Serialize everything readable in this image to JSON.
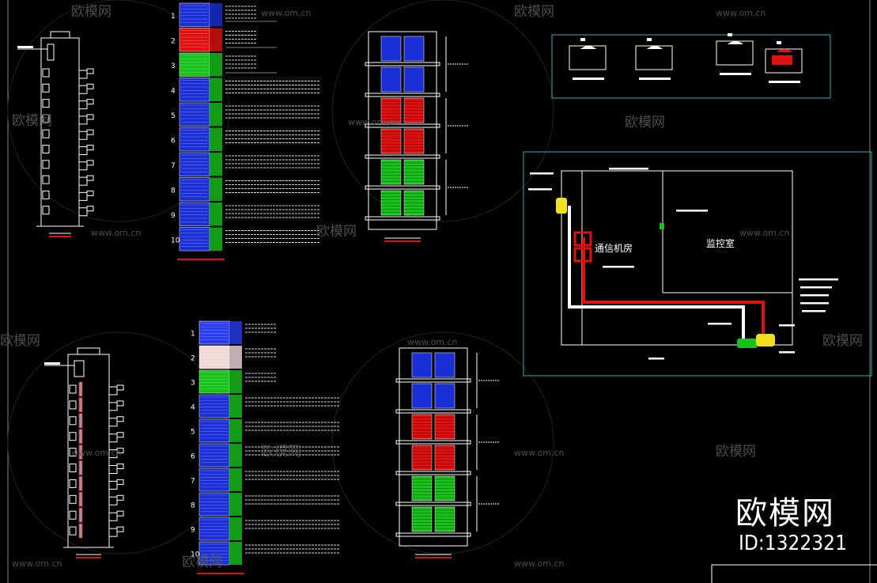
{
  "watermark": {
    "brand": "欧模网",
    "id_text": "ID:1322321",
    "url": "www.om.cn"
  },
  "rooms": {
    "left": "通信机房",
    "right": "监控室"
  },
  "cabinet_slot_numbers": [
    "1",
    "2",
    "3",
    "4",
    "5",
    "6",
    "7",
    "8",
    "9",
    "10"
  ],
  "colors": {
    "background": "#000000",
    "line": "#ffffff",
    "cyan_frame": "#1fb5b0",
    "blue": "#1a2fd6",
    "red": "#e01010",
    "green": "#17c21a",
    "yellow": "#f0e020",
    "pink": "#ff4d6a"
  }
}
